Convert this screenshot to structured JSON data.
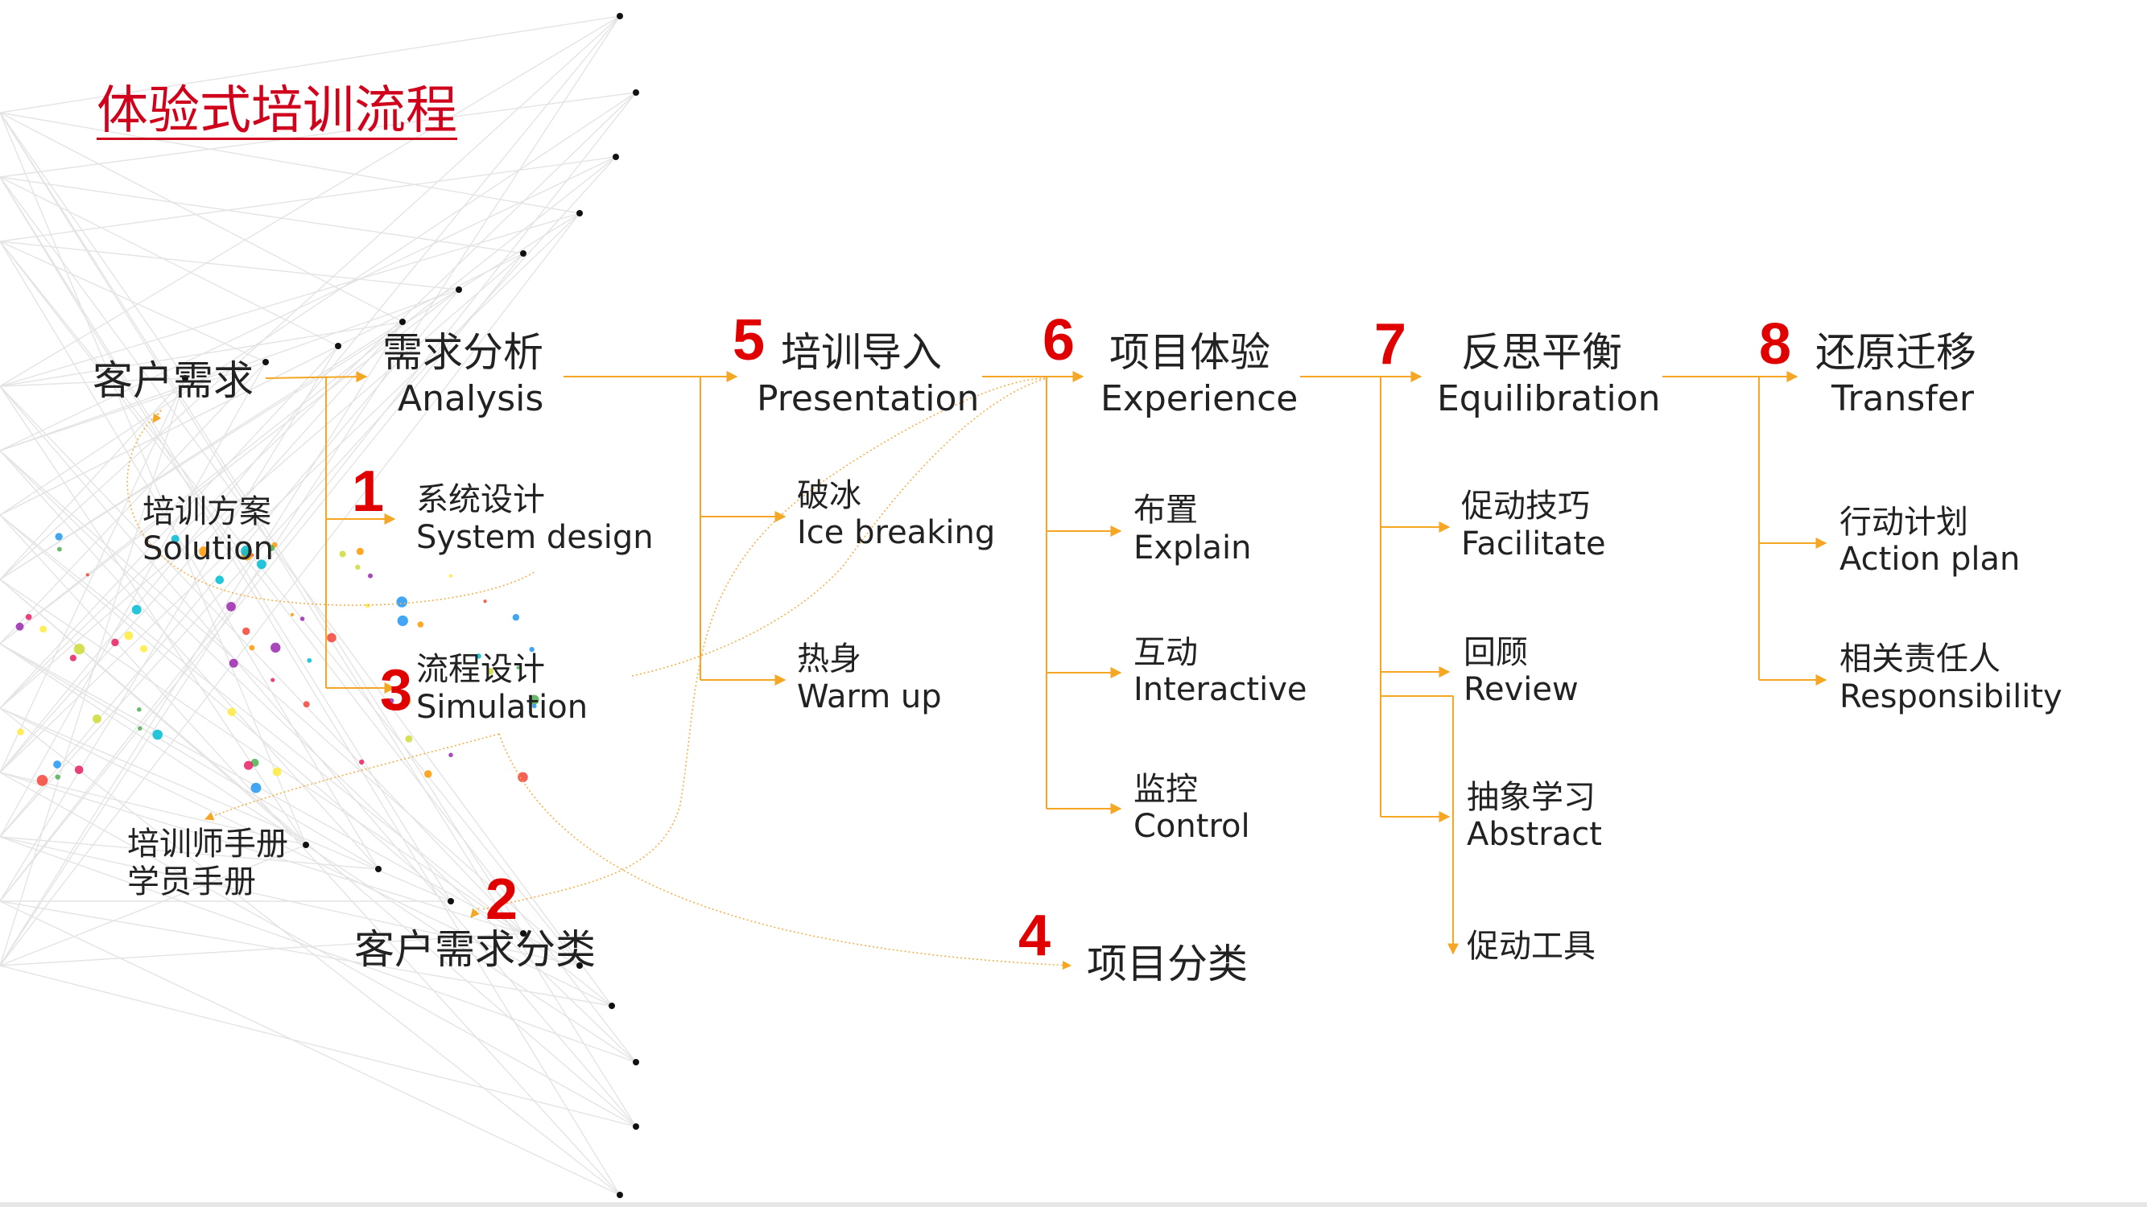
{
  "title": "体验式培训流程",
  "colors": {
    "title": "#d0021b",
    "numbers": "#e00000",
    "lines": "#f5a623",
    "text": "#222222"
  },
  "customer": {
    "needs": "客户需求",
    "plan_cn": "培训方案",
    "plan_en": "Solution",
    "manuals_1": "培训师手册",
    "manuals_2": "学员手册",
    "classify": "客户需求分类"
  },
  "stages": {
    "analysis": {
      "cn": "需求分析",
      "en": "Analysis"
    },
    "presentation": {
      "num": "5",
      "cn": "培训导入",
      "en": "Presentation"
    },
    "experience": {
      "num": "6",
      "cn": "项目体验",
      "en": "Experience"
    },
    "equilibration": {
      "num": "7",
      "cn": "反思平衡",
      "en": "Equilibration"
    },
    "transfer": {
      "num": "8",
      "cn": "还原迁移",
      "en": "Transfer"
    }
  },
  "analysis_items": [
    {
      "num": "1",
      "cn": "系统设计",
      "en": "System design"
    },
    {
      "num": "3",
      "cn": "流程设计",
      "en": "Simulation"
    }
  ],
  "classify_num": "2",
  "project_classify": {
    "num": "4",
    "label": "项目分类"
  },
  "presentation_items": [
    {
      "cn": "破冰",
      "en": "Ice breaking"
    },
    {
      "cn": "热身",
      "en": "Warm up"
    }
  ],
  "experience_items": [
    {
      "cn": "布置",
      "en": "Explain"
    },
    {
      "cn": "互动",
      "en": "Interactive"
    },
    {
      "cn": "监控",
      "en": "Control"
    }
  ],
  "equilibration_items": [
    {
      "cn": "促动技巧",
      "en": "Facilitate"
    },
    {
      "cn": "回顾",
      "en": "Review"
    },
    {
      "cn": "抽象学习",
      "en": "Abstract"
    },
    {
      "cn": "促动工具",
      "en": ""
    }
  ],
  "transfer_items": [
    {
      "cn": "行动计划",
      "en": "Action plan"
    },
    {
      "cn": "相关责任人",
      "en": "Responsibility"
    }
  ]
}
